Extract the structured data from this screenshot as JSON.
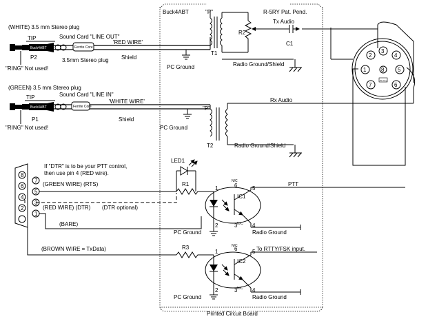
{
  "board": {
    "designer": "Buck4ABT",
    "pcb_label": "Printed Circuit Board"
  },
  "transformer1": {
    "title": "R-5RY Pat. Pend.",
    "p_label": "\"P\"",
    "ref": "T1",
    "pot": "R2",
    "cap": "C1",
    "tx_audio": "Tx Audio",
    "pc_ground": "PC Ground",
    "radio_ground": "Radio Ground/Shield"
  },
  "transformer2": {
    "p_label": "\"P\"",
    "ref": "T2",
    "rx_audio": "Rx Audio",
    "pc_ground": "PC Ground",
    "radio_ground": "Radio Ground/Shield"
  },
  "plug_out": {
    "title": "(WHITE) 3.5 mm Stereo plug",
    "tip": "TIP",
    "ref": "P2",
    "sound_card": "Sound Card \"LINE OUT\"",
    "wire": "'RED WIRE'",
    "shield": "Shield",
    "plug_note": "3.5mm Stereo plug",
    "ring_note": "\"RING\" Not used!",
    "badge": "Buck4ABT",
    "ferrite": "Ferrite Core"
  },
  "plug_in": {
    "title": "(GREEN) 3.5 mm Stereo plug",
    "tip": "TIP",
    "ref": "P1",
    "sound_card": "Sound Card \"LINE IN\"",
    "wire": "'WHITE WIRE'",
    "shield": "Shield",
    "ring_note": "\"RING\" Not used!",
    "badge": "Buck4ABT",
    "ferrite": "Ferrite Core"
  },
  "serial": {
    "note_line1": "If \"DTR\" is to be your PTT control,",
    "note_line2": "then use pin 4 (RED wire).",
    "rts": "(GREEN WIRE) (RTS)",
    "dtr": "(RED WIRE) (DTR)",
    "dtr_optional": "(DTR optional)",
    "bare": "(BARE)",
    "txdata": "(BROWN WIRE = TxData)",
    "pins": [
      "8",
      "7",
      "6",
      "5",
      "4",
      "3",
      "2",
      "1"
    ]
  },
  "ptt_circuit": {
    "led": "LED1",
    "resistor": "R1",
    "ic": "IC1",
    "ptt": "PTT",
    "pc_ground": "PC Ground",
    "radio_ground": "Radio Ground",
    "pins": {
      "p1": "1",
      "p2": "2",
      "p3": "3",
      "p4": "4",
      "p5": "5",
      "p6": "6",
      "nc": "N/C"
    }
  },
  "fsk_circuit": {
    "resistor": "R3",
    "ic": "IC2",
    "target": "To RTTY/FSK input.",
    "pc_ground": "PC Ground",
    "radio_ground": "Radio Ground",
    "pins": {
      "p1": "1",
      "p2": "2",
      "p3": "3",
      "p4": "4",
      "p5": "5",
      "p6": "6",
      "nc": "N/C"
    }
  },
  "connector": {
    "pins": [
      "1",
      "2",
      "3",
      "4",
      "5",
      "6",
      "7",
      "8"
    ],
    "center": "8",
    "key_text": "Pin Key"
  }
}
